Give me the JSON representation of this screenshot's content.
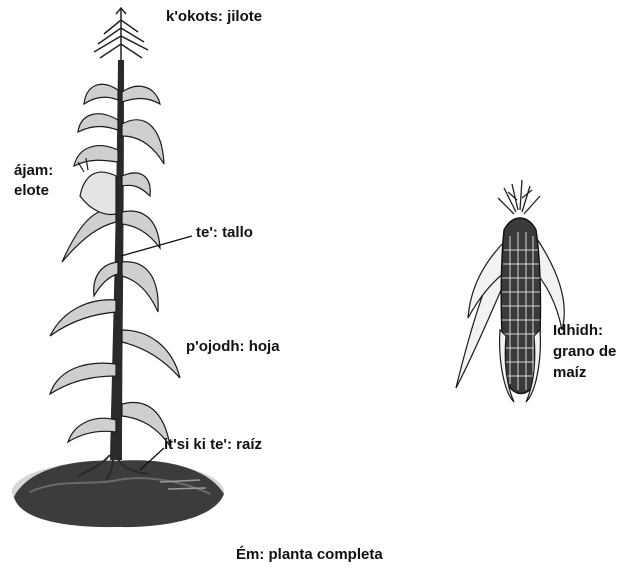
{
  "labels": {
    "tassel": "k'okots: jilote",
    "ear_line1": "ájam:",
    "ear_line2": "elote",
    "stalk": "te': tallo",
    "leaf": "p'ojodh: hoja",
    "root": "it'si ki te': raíz",
    "grain_line1": "Idhidh:",
    "grain_line2": "grano de",
    "grain_line3": "maíz",
    "caption": "Ém: planta completa"
  },
  "colors": {
    "text": "#111111",
    "plant": "#2a2a2a",
    "soil": "#3c3c3c",
    "outline": "#1a1a1a"
  }
}
